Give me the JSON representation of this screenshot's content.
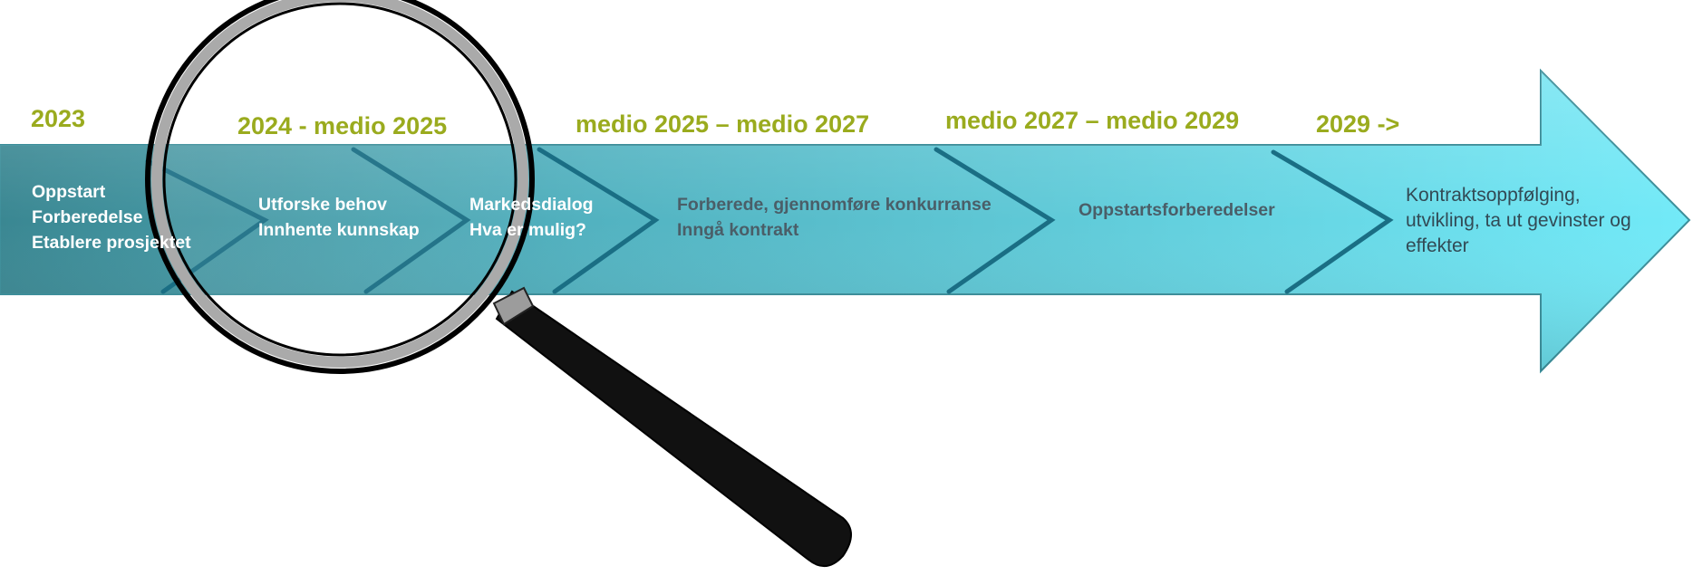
{
  "years": [
    "2023",
    "2024 - medio 2025",
    "medio 2025 – medio 2027",
    "medio 2027 – medio 2029",
    "2029 ->"
  ],
  "phases": [
    {
      "lines": [
        "Oppstart",
        "Forberedelse",
        "Etablere prosjektet"
      ]
    },
    {
      "lines": [
        "Utforske behov",
        "Innhente kunnskap"
      ]
    },
    {
      "lines": [
        "Markedsdialog",
        "Hva er mulig?"
      ]
    },
    {
      "lines": [
        "Forberede, gjennomføre konkurranse",
        "Inngå kontrakt"
      ]
    },
    {
      "lines": [
        "Oppstartsforberedelser"
      ]
    },
    {
      "lines": [
        "Kontraktsoppfølging,",
        "utvikling, ta ut gevinster og",
        "effekter"
      ]
    }
  ],
  "colors": {
    "year_text": "#9aab1e",
    "arrow_start": "#3d8d99",
    "arrow_end": "#6fe8f8",
    "chevron_line": "#1c6f86",
    "magnifier_handle": "#111111",
    "magnifier_rim": "#a8a8a8"
  },
  "icons": {
    "magnifier": "magnifying-glass-icon"
  }
}
